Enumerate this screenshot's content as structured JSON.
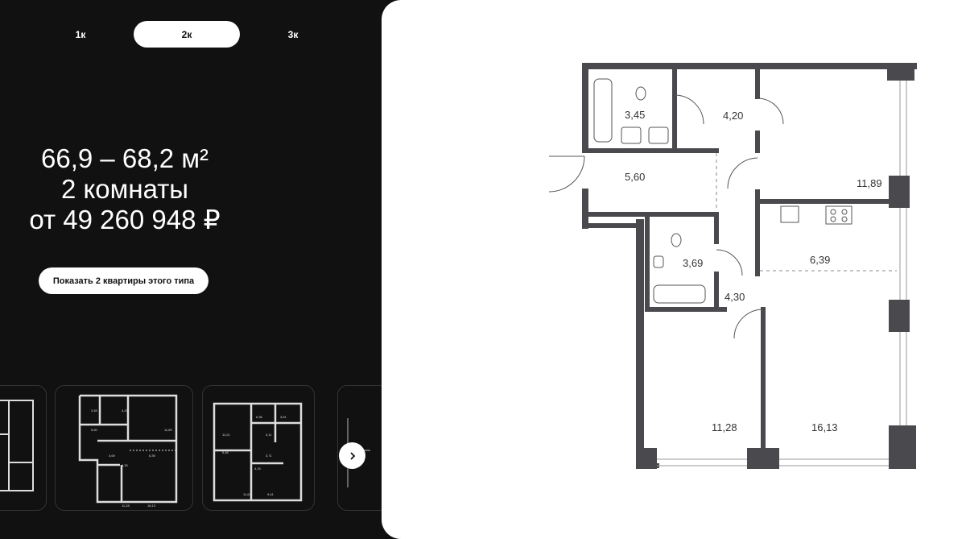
{
  "tabs": [
    {
      "label": "1к",
      "active": false
    },
    {
      "label": "2к",
      "active": true
    },
    {
      "label": "3к",
      "active": false
    }
  ],
  "summary": {
    "area": "66,9 – 68,2 м²",
    "rooms": "2 комнаты",
    "price": "от 49 260 948 ₽"
  },
  "show_button": "Показать 2 квартиры этого типа",
  "thumbnails": {
    "thumb1": [
      "4,20",
      "5,60",
      "11,89",
      "6,39",
      "3,69",
      "4,30",
      "3,45",
      "11,28",
      "16,13"
    ],
    "thumb2": [
      "11,21",
      "5,46",
      "6,36",
      "3,11",
      "3,71",
      "4,15",
      "11,61",
      "9,41",
      "3,61"
    ]
  },
  "plan": {
    "rooms": [
      "3,45",
      "4,20",
      "5,60",
      "11,89",
      "3,69",
      "6,39",
      "4,30",
      "11,28",
      "16,13"
    ]
  },
  "icons": {
    "next": "chevron-right-icon"
  },
  "colors": {
    "dark_bg": "#111111",
    "wall": "#4a4a4e",
    "active_tab": "#ffffff"
  }
}
